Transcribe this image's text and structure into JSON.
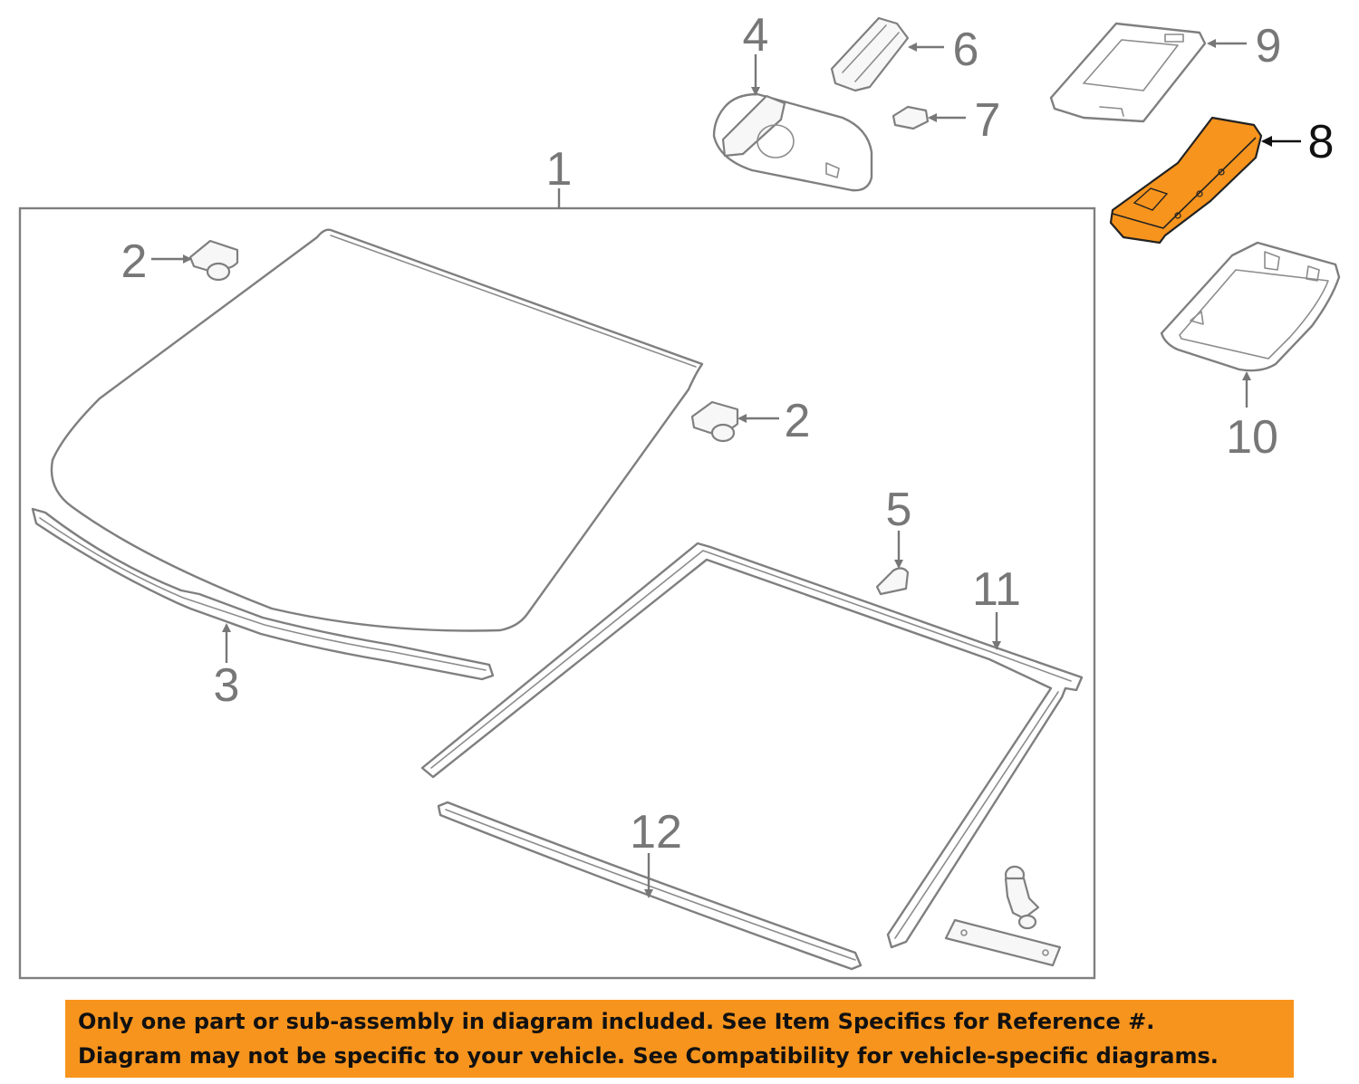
{
  "callouts": {
    "n1": "1",
    "n2a": "2",
    "n2b": "2",
    "n3": "3",
    "n4": "4",
    "n5": "5",
    "n6": "6",
    "n7": "7",
    "n8": "8",
    "n9": "9",
    "n10": "10",
    "n11": "11",
    "n12": "12"
  },
  "highlight_part": "8",
  "colors": {
    "highlight": "#f7941d",
    "line_art": "#7f7f7f",
    "banner": "#f7941d"
  },
  "banner": {
    "line1": "Only one part or sub-assembly in diagram included. See Item Specifics for Reference #.",
    "line2": "Diagram may not be specific to your vehicle. See Compatibility for vehicle-specific diagrams."
  }
}
